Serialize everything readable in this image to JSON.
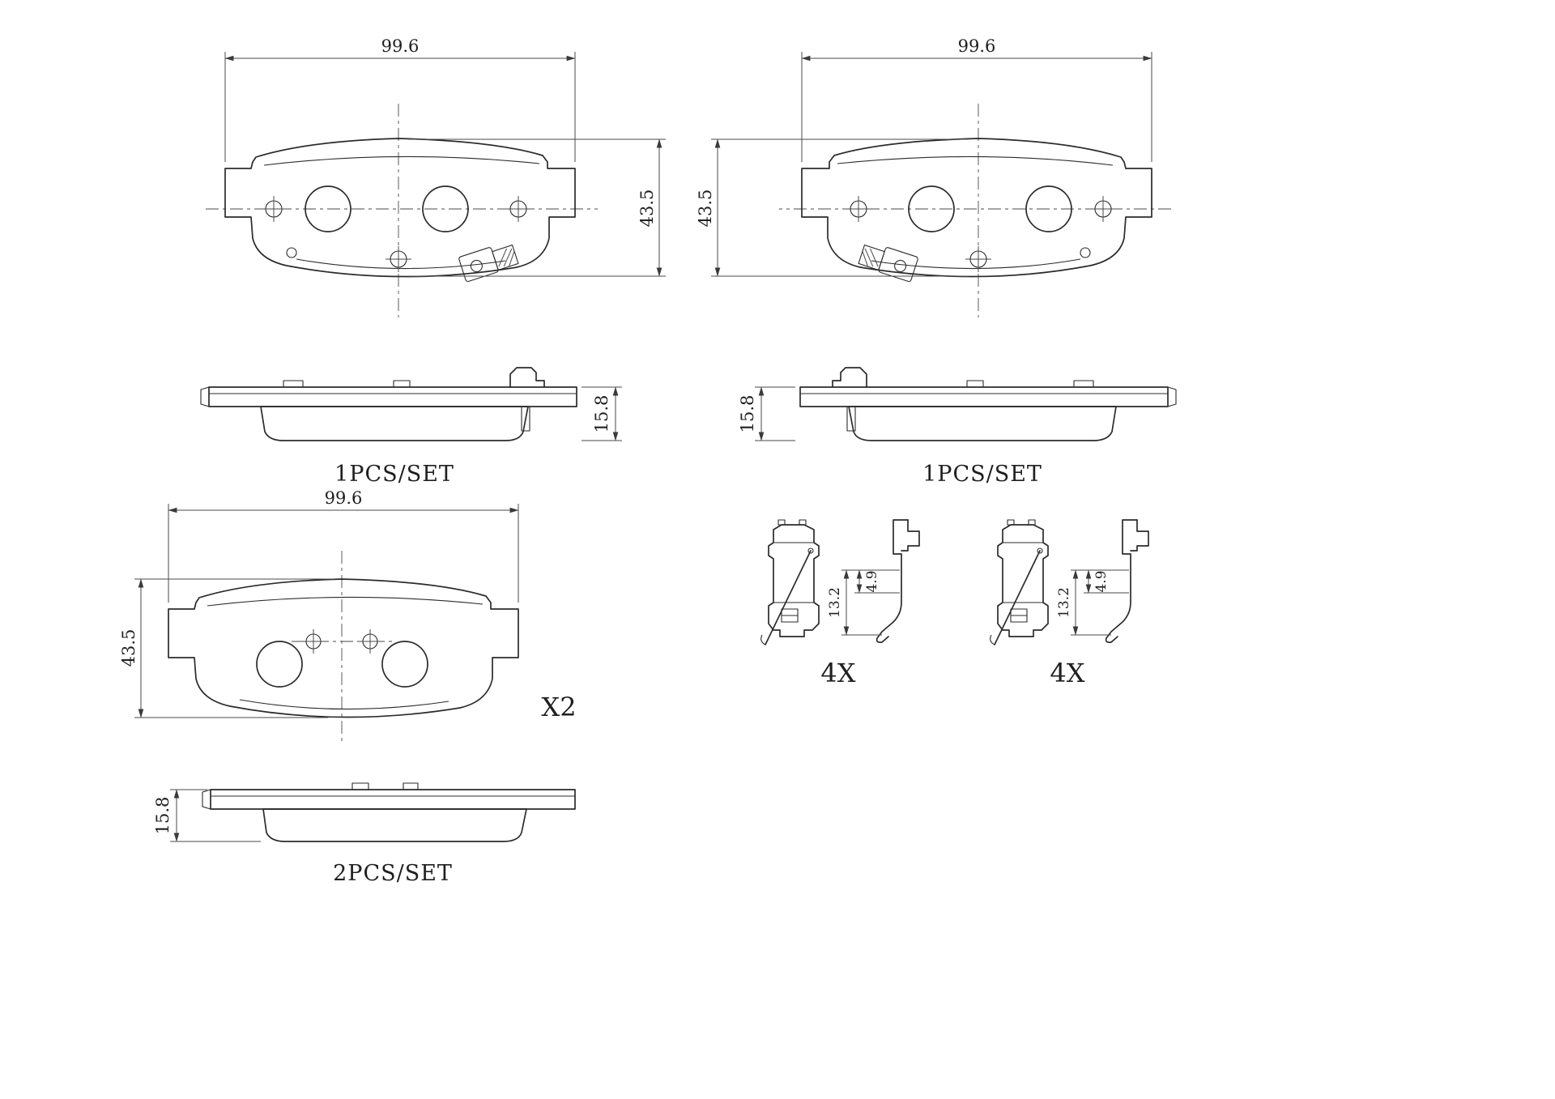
{
  "page": {
    "background": "#ffffff",
    "line_color": "#2b2b2b",
    "dim_color": "#4a4a4a"
  },
  "dimensions": {
    "pad_width_mm": "99.6",
    "pad_height_mm": "43.5",
    "pad_thickness_mm": "15.8",
    "clip_height_mm": "13.2",
    "clip_depth_mm": "4.9"
  },
  "labels": {
    "outer_set": "1PCS/SET",
    "inner_set": "2PCS/SET",
    "inner_pad_qty": "X2",
    "clip_qty": "4X"
  }
}
